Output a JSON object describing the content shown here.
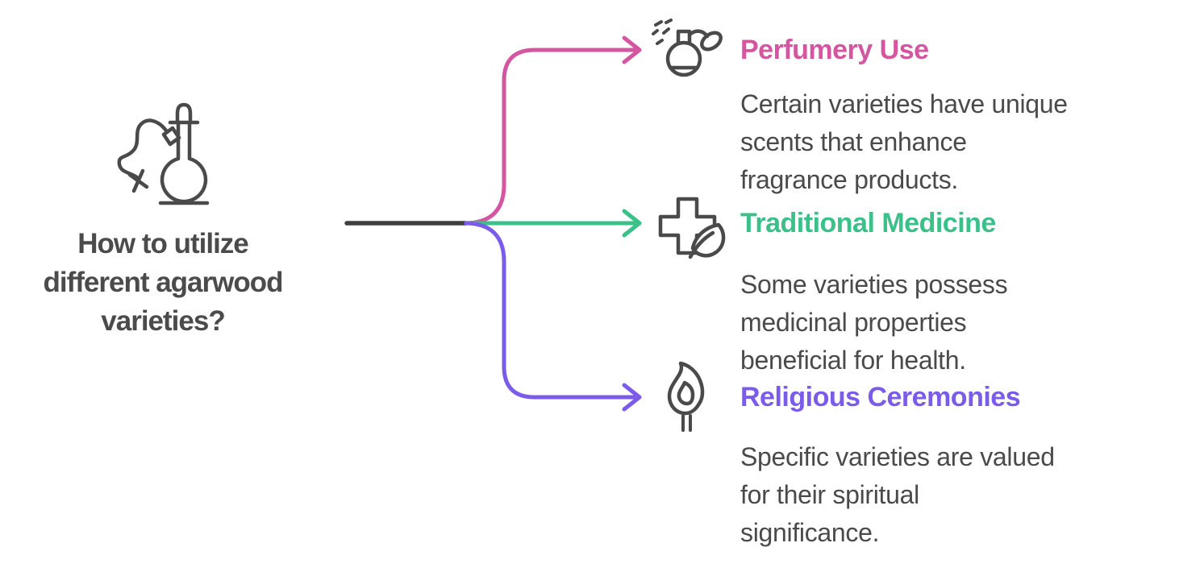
{
  "root": {
    "question_lines": [
      "How to utilize",
      "different agarwood",
      "varieties?"
    ],
    "icon": "distillation-flask-icon"
  },
  "branches": [
    {
      "title": "Perfumery Use",
      "description_lines": [
        "Certain varieties have unique",
        "scents that enhance",
        "fragrance products."
      ],
      "color": "#d556a0",
      "icon": "perfume-atomizer-icon"
    },
    {
      "title": "Traditional Medicine",
      "description_lines": [
        "Some varieties possess",
        "medicinal properties",
        "beneficial for health."
      ],
      "color": "#3ac089",
      "icon": "medical-cross-leaf-icon"
    },
    {
      "title": "Religious Ceremonies",
      "description_lines": [
        "Specific varieties are valued",
        "for their spiritual",
        "significance."
      ],
      "color": "#7b5be9",
      "icon": "flame-incense-icon"
    }
  ],
  "colors": {
    "text": "#4a4a4a",
    "root_text": "#4b4b4b",
    "icon_stroke": "#4a4a4a",
    "trunk": "#3f3f3f",
    "pink": "#d556a0",
    "green": "#3ac089",
    "purple": "#7b5be9",
    "background": "#ffffff"
  }
}
